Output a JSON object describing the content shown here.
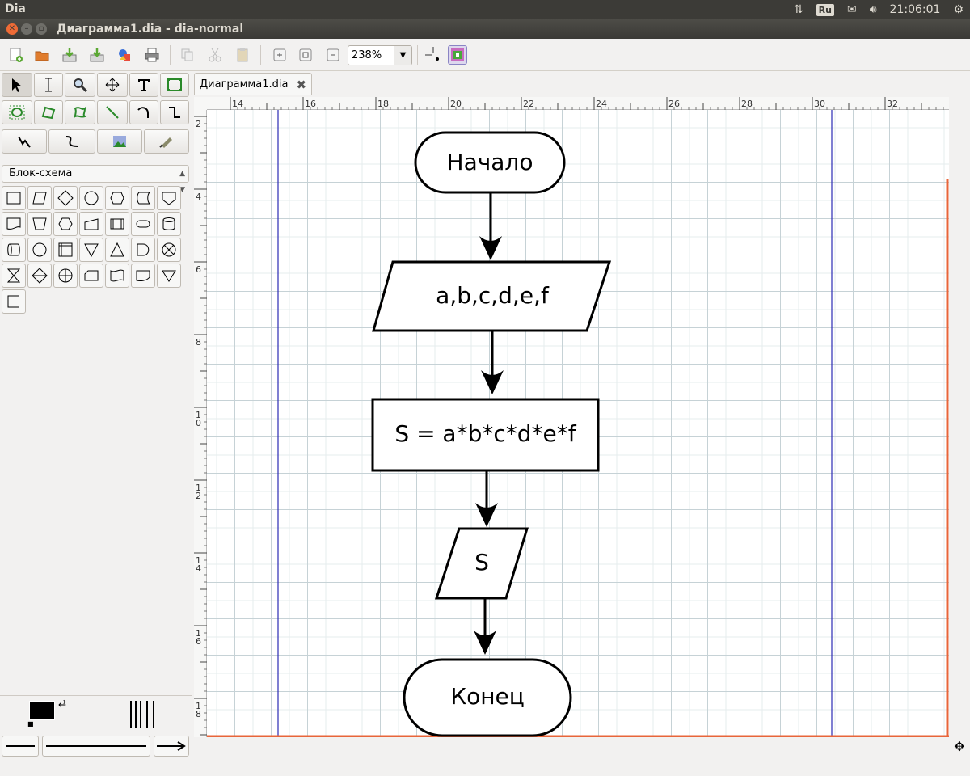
{
  "panel": {
    "app_name": "Dia",
    "keyboard_layout": "Ru",
    "time": "21:06:01"
  },
  "window": {
    "title": "Диаграмма1.dia - dia-normal"
  },
  "toolbar": {
    "zoom_value": "238%"
  },
  "sheets": {
    "selected": "Блок-схема"
  },
  "tabs": [
    {
      "label": "Диаграмма1.dia"
    }
  ],
  "rulers": {
    "horizontal_ticks": [
      "14",
      "16",
      "18",
      "20",
      "22",
      "24",
      "26",
      "28",
      "30",
      "32"
    ],
    "vertical_ticks": [
      "2",
      "4",
      "6",
      "8",
      "1\n0",
      "1\n2",
      "1\n4",
      "1\n6",
      "1\n8"
    ]
  },
  "flowchart": {
    "nodes": [
      {
        "id": "start",
        "shape": "terminal",
        "text": "Начало"
      },
      {
        "id": "input",
        "shape": "parallelogram",
        "text": "a,b,c,d,e,f"
      },
      {
        "id": "process",
        "shape": "rectangle",
        "text": "S = a*b*c*d*e*f"
      },
      {
        "id": "output",
        "shape": "parallelogram",
        "text": "S"
      },
      {
        "id": "end",
        "shape": "terminal",
        "text": "Конец"
      }
    ]
  },
  "colors": {
    "page_border": "#e8653a",
    "margin_line": "#2b2bb5",
    "shape_stroke": "#000000"
  }
}
